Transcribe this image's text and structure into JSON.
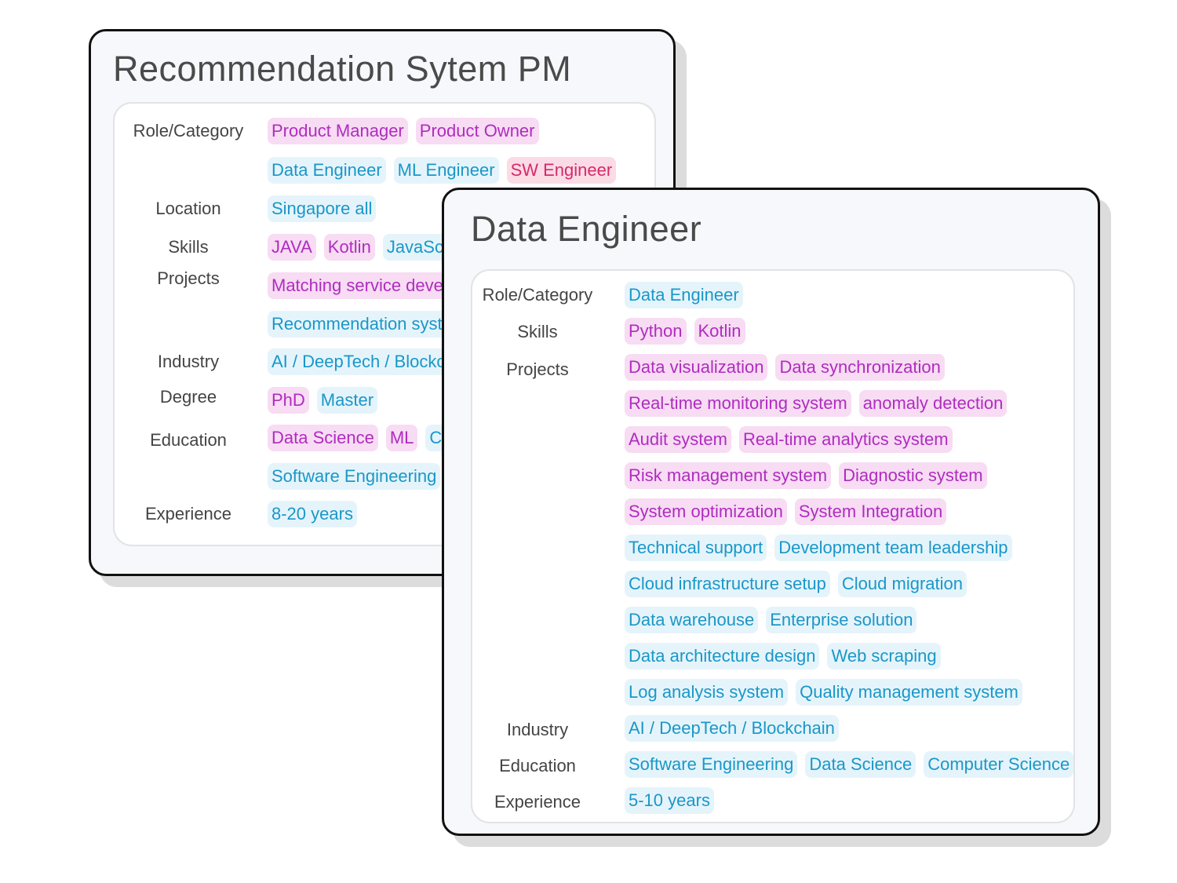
{
  "card_a": {
    "title": "Recommendation Sytem PM",
    "rows": {
      "role_label": "Role/Category",
      "role_1": [
        [
          "Product Manager",
          "purple"
        ],
        [
          "Product Owner",
          "purple"
        ]
      ],
      "role_2": [
        [
          "Data Engineer",
          "blue"
        ],
        [
          "ML Engineer",
          "blue"
        ],
        [
          "SW Engineer",
          "pink"
        ]
      ],
      "location_label": "Location",
      "location": [
        [
          "Singapore all",
          "blue"
        ]
      ],
      "skills_label": "Skills",
      "skills": [
        [
          "JAVA",
          "purple"
        ],
        [
          "Kotlin",
          "purple"
        ],
        [
          "JavaSc",
          "blue"
        ]
      ],
      "projects_label": "Projects",
      "projects_1": [
        [
          "Matching service devel",
          "purple"
        ]
      ],
      "projects_2": [
        [
          "Recommendation syste",
          "blue"
        ]
      ],
      "industry_label": "Industry",
      "industry": [
        [
          "AI / DeepTech / Blockc",
          "blue"
        ]
      ],
      "degree_label": "Degree",
      "degree": [
        [
          "PhD",
          "purple"
        ],
        [
          "Master",
          "blue"
        ]
      ],
      "education_label": "Education",
      "education_1": [
        [
          "Data Science",
          "purple"
        ],
        [
          "ML",
          "purple"
        ],
        [
          "Co",
          "blue"
        ]
      ],
      "education_2": [
        [
          "Software Engineering",
          "blue"
        ]
      ],
      "experience_label": "Experience",
      "experience": [
        [
          "8-20 years",
          "blue"
        ]
      ]
    }
  },
  "card_b": {
    "title": "Data Engineer",
    "rows": {
      "role_label": "Role/Category",
      "role": [
        [
          "Data Engineer",
          "blue"
        ]
      ],
      "skills_label": "Skills",
      "skills": [
        [
          "Python",
          "purple"
        ],
        [
          "Kotlin",
          "purple"
        ]
      ],
      "projects_label": "Projects",
      "projects_1": [
        [
          "Data visualization",
          "purple"
        ],
        [
          "Data synchronization",
          "purple"
        ]
      ],
      "projects_2": [
        [
          "Real-time monitoring system",
          "purple"
        ],
        [
          "anomaly detection",
          "purple"
        ]
      ],
      "projects_3": [
        [
          "Audit system",
          "purple"
        ],
        [
          "Real-time analytics system",
          "purple"
        ]
      ],
      "projects_4": [
        [
          "Risk management system",
          "purple"
        ],
        [
          "Diagnostic system",
          "purple"
        ]
      ],
      "projects_5": [
        [
          "System optimization",
          "purple"
        ],
        [
          "System Integration",
          "purple"
        ]
      ],
      "projects_6": [
        [
          "Technical support",
          "blue"
        ],
        [
          "Development team leadership",
          "blue"
        ]
      ],
      "projects_7": [
        [
          "Cloud infrastructure setup",
          "blue"
        ],
        [
          "Cloud migration",
          "blue"
        ]
      ],
      "projects_8": [
        [
          "Data warehouse",
          "blue"
        ],
        [
          "Enterprise solution",
          "blue"
        ]
      ],
      "projects_9": [
        [
          "Data architecture design",
          "blue"
        ],
        [
          "Web scraping",
          "blue"
        ]
      ],
      "projects_10": [
        [
          "Log analysis system",
          "blue"
        ],
        [
          "Quality management system",
          "blue"
        ]
      ],
      "industry_label": "Industry",
      "industry": [
        [
          "AI / DeepTech / Blockchain",
          "blue"
        ]
      ],
      "education_label": "Education",
      "education": [
        [
          "Software Engineering",
          "blue"
        ],
        [
          "Data Science",
          "blue"
        ],
        [
          "Computer Science",
          "blue"
        ]
      ],
      "experience_label": "Experience",
      "experience": [
        [
          "5-10 years",
          "blue"
        ]
      ]
    }
  }
}
